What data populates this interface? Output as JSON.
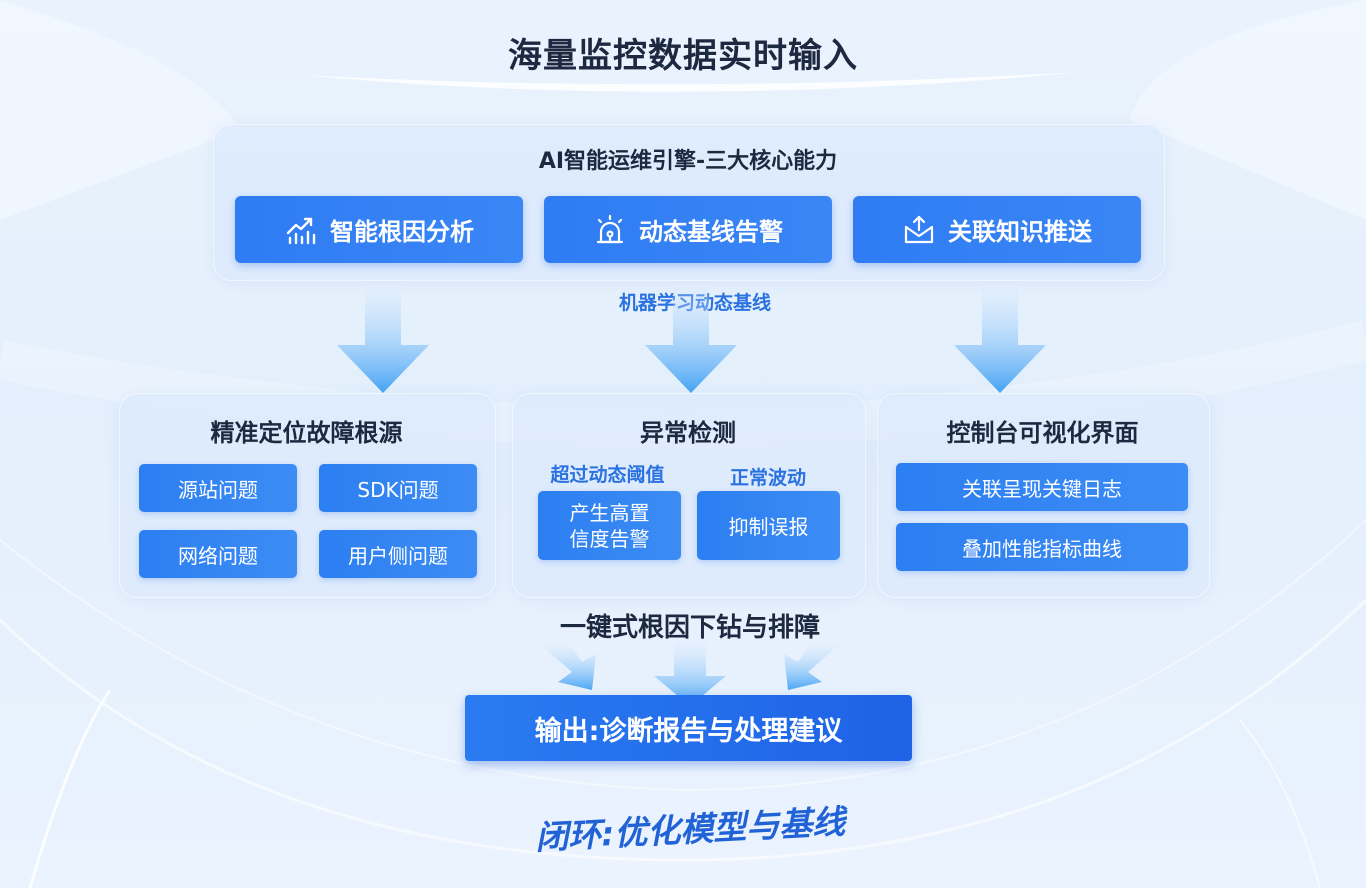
{
  "title": "海量监控数据实时输入",
  "engine": {
    "title": "AI智能运维引擎-三大核心能力",
    "capabilities": [
      {
        "label": "智能根因分析",
        "icon": "trend-chart-icon"
      },
      {
        "label": "动态基线告警",
        "icon": "alarm-light-icon"
      },
      {
        "label": "关联知识推送",
        "icon": "share-inbox-icon"
      }
    ]
  },
  "ml_label": "机器学习动态基线",
  "panels": {
    "locate": {
      "title": "精准定位故障根源",
      "items": [
        "源站问题",
        "SDK问题",
        "网络问题",
        "用户侧问题"
      ]
    },
    "anomaly": {
      "title": "异常检测",
      "left_label": "超过动态阈值",
      "right_label": "正常波动",
      "left_box_line1": "产生高置",
      "left_box_line2": "信度告警",
      "right_box": "抑制误报"
    },
    "console": {
      "title": "控制台可视化界面",
      "items": [
        "关联呈现关键日志",
        "叠加性能指标曲线"
      ]
    }
  },
  "drill_label": "一键式根因下钻与排障",
  "output": "输出:诊断报告与处理建议",
  "closed_loop": "闭环:优化模型与基线",
  "colors": {
    "accent": "#2f7cf3",
    "accent_dark": "#1e62e6",
    "label_blue": "#2a72e0",
    "text_dark": "#1d2940",
    "panel_bg": "#dbe9fc"
  }
}
